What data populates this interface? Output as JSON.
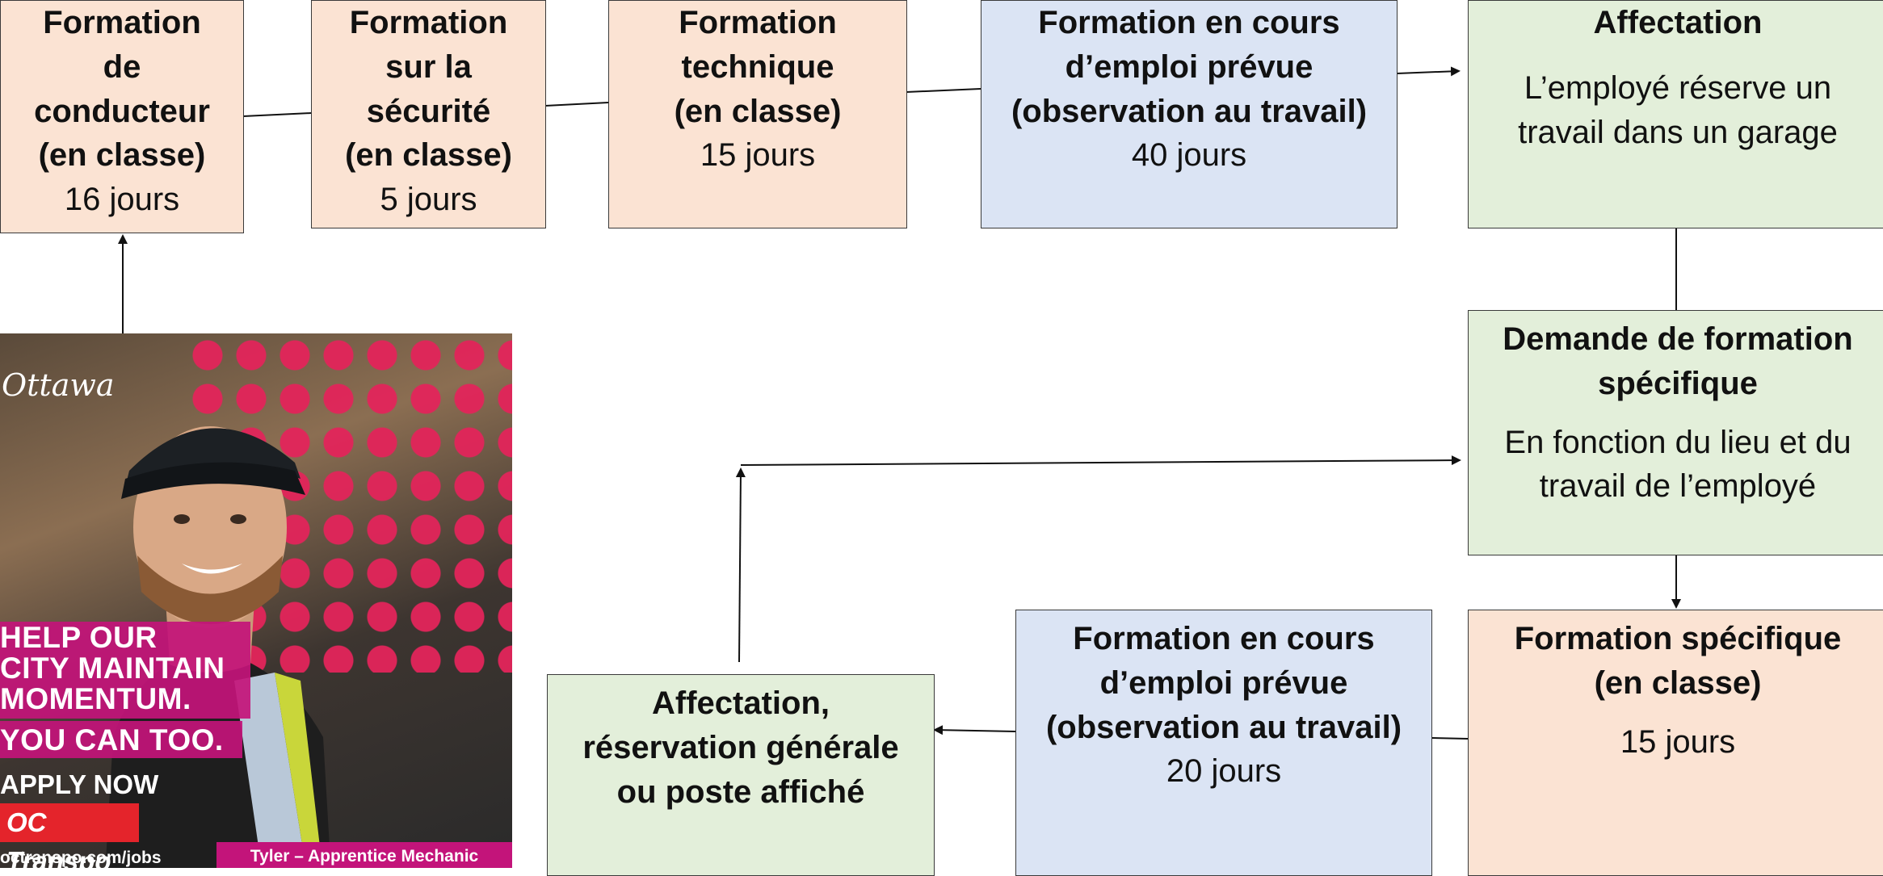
{
  "colors": {
    "peach": "#fbe3d3",
    "blue": "#dbe4f4",
    "green": "#e3efda",
    "border": "#3a3a3a",
    "poster_accent": "#c3147a",
    "brand_red": "#e4242b"
  },
  "boxes": {
    "conducteur": {
      "title": "Formation\nde\nconducteur\n(en classe)",
      "duration": "16 jours"
    },
    "securite": {
      "title": "Formation\nsur la\nsécurité\n(en classe)",
      "duration": "5 jours"
    },
    "technique": {
      "title": "Formation\ntechnique\n(en classe)",
      "duration": "15 jours"
    },
    "ojt1": {
      "title": "Formation en cours\nd’emploi prévue\n(observation au travail)",
      "duration": "40 jours"
    },
    "affectation": {
      "title": "Affectation",
      "text": "L’employé réserve un\ntravail dans un garage"
    },
    "demande": {
      "title": "Demande de formation\nspécifique",
      "text": "En fonction du lieu et du\ntravail de l’employé"
    },
    "specifique": {
      "title": "Formation spécifique\n(en classe)",
      "duration": "15 jours"
    },
    "ojt2": {
      "title": "Formation en cours\nd’emploi prévue\n(observation au travail)",
      "duration": "20 jours"
    },
    "affectation2": {
      "title": "Affectation,\nréservation générale\nou poste affiché"
    }
  },
  "poster": {
    "logo": "Ottawa",
    "headline": "HELP OUR\nCITY MAINTAIN\nMOMENTUM.",
    "headline2": "YOU CAN TOO.",
    "apply": "APPLY NOW",
    "brand": "OC Transpo",
    "url": "octranspo.com/jobs",
    "caption": "Tyler – Apprentice Mechanic"
  }
}
